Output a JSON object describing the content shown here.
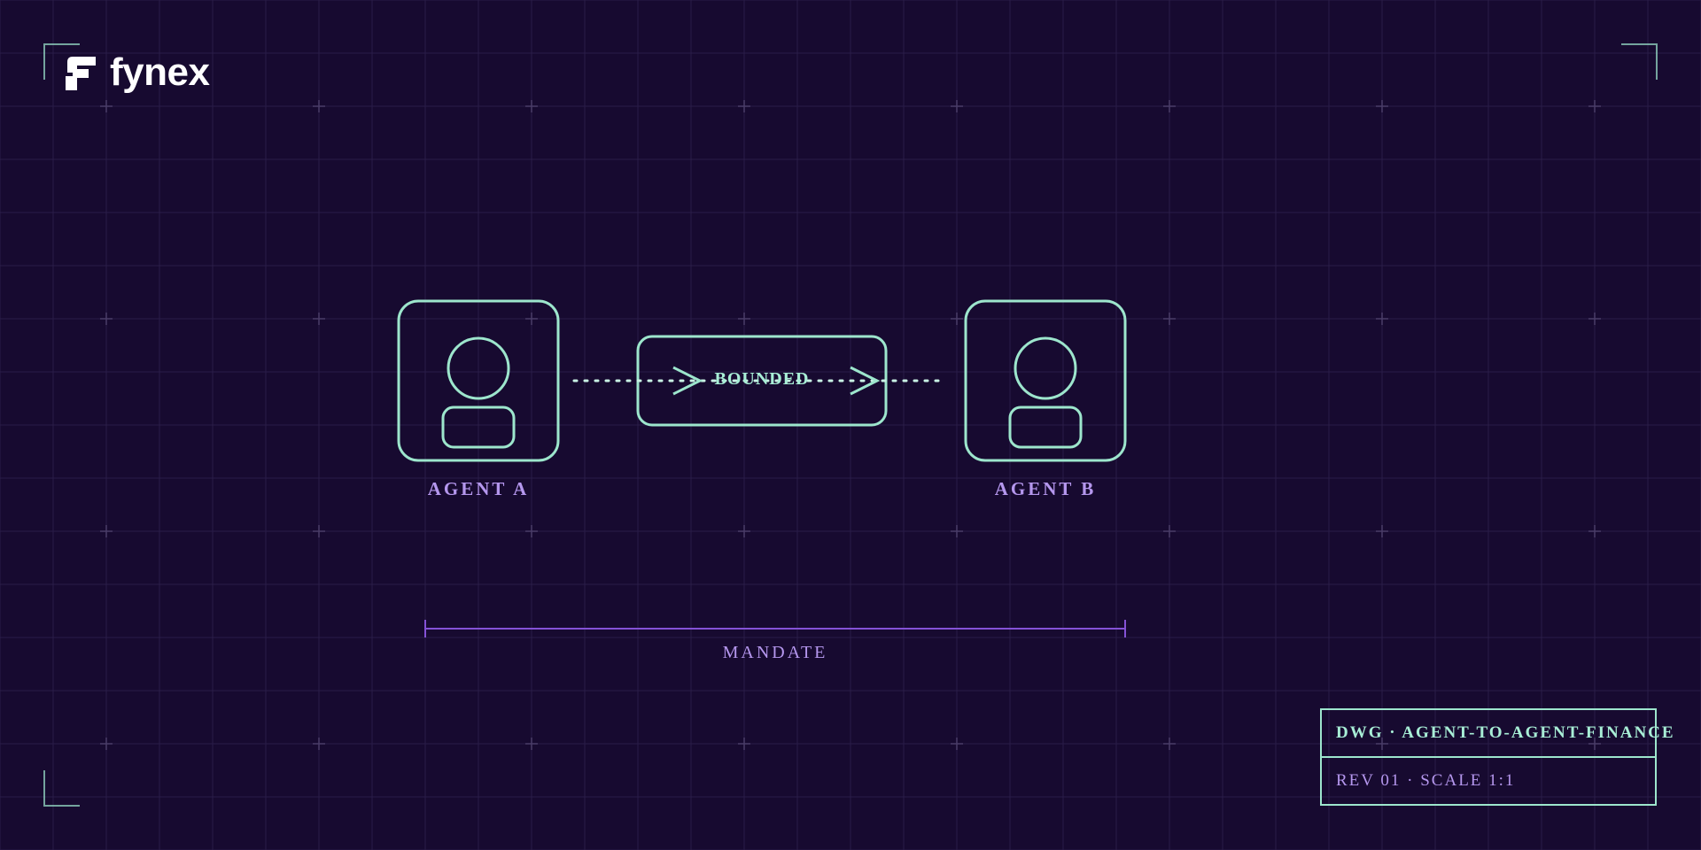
{
  "brand": {
    "name": "fynex"
  },
  "diagram": {
    "agent_a_label": "AGENT A",
    "agent_b_label": "AGENT B",
    "connector_label": "BOUNDED",
    "dimension_label": "MANDATE"
  },
  "title_block": {
    "drawing": "DWG · AGENT-TO-AGENT-FINANCE",
    "revision": "REV 01 · SCALE 1:1"
  },
  "colors": {
    "background": "#170a30",
    "mint_stroke": "#9de6cd",
    "purple_text": "#b597ee",
    "dimension_line": "#8552d6",
    "grid": "#2a1c48",
    "logo": "#ffffff"
  },
  "icons": {
    "agent": "person-card-icon",
    "arrow": "chevron-right-icon",
    "logo_mark": "fynex-logo-icon"
  }
}
